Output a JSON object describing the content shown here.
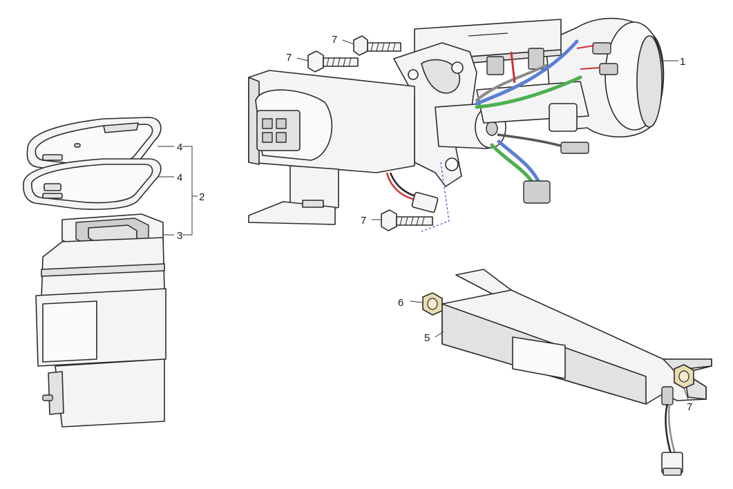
{
  "callouts": {
    "key_1": "1",
    "key_2": "2",
    "key_3": "3",
    "key_4_top": "4",
    "key_4_bottom": "4",
    "key_5": "5",
    "key_6": "6",
    "key_7_top": "7",
    "key_7_second": "7",
    "key_7_middle": "7",
    "key_7_bottom": "7"
  },
  "colors": {
    "wire_blue": "#5a7fd6",
    "wire_green": "#4caf50",
    "wire_red": "#d32f2f",
    "wire_black": "#222222",
    "wire_gray": "#8a8a8a",
    "hidden_line": "#2b4fb0",
    "nut_brass": "#e8dcb0"
  }
}
